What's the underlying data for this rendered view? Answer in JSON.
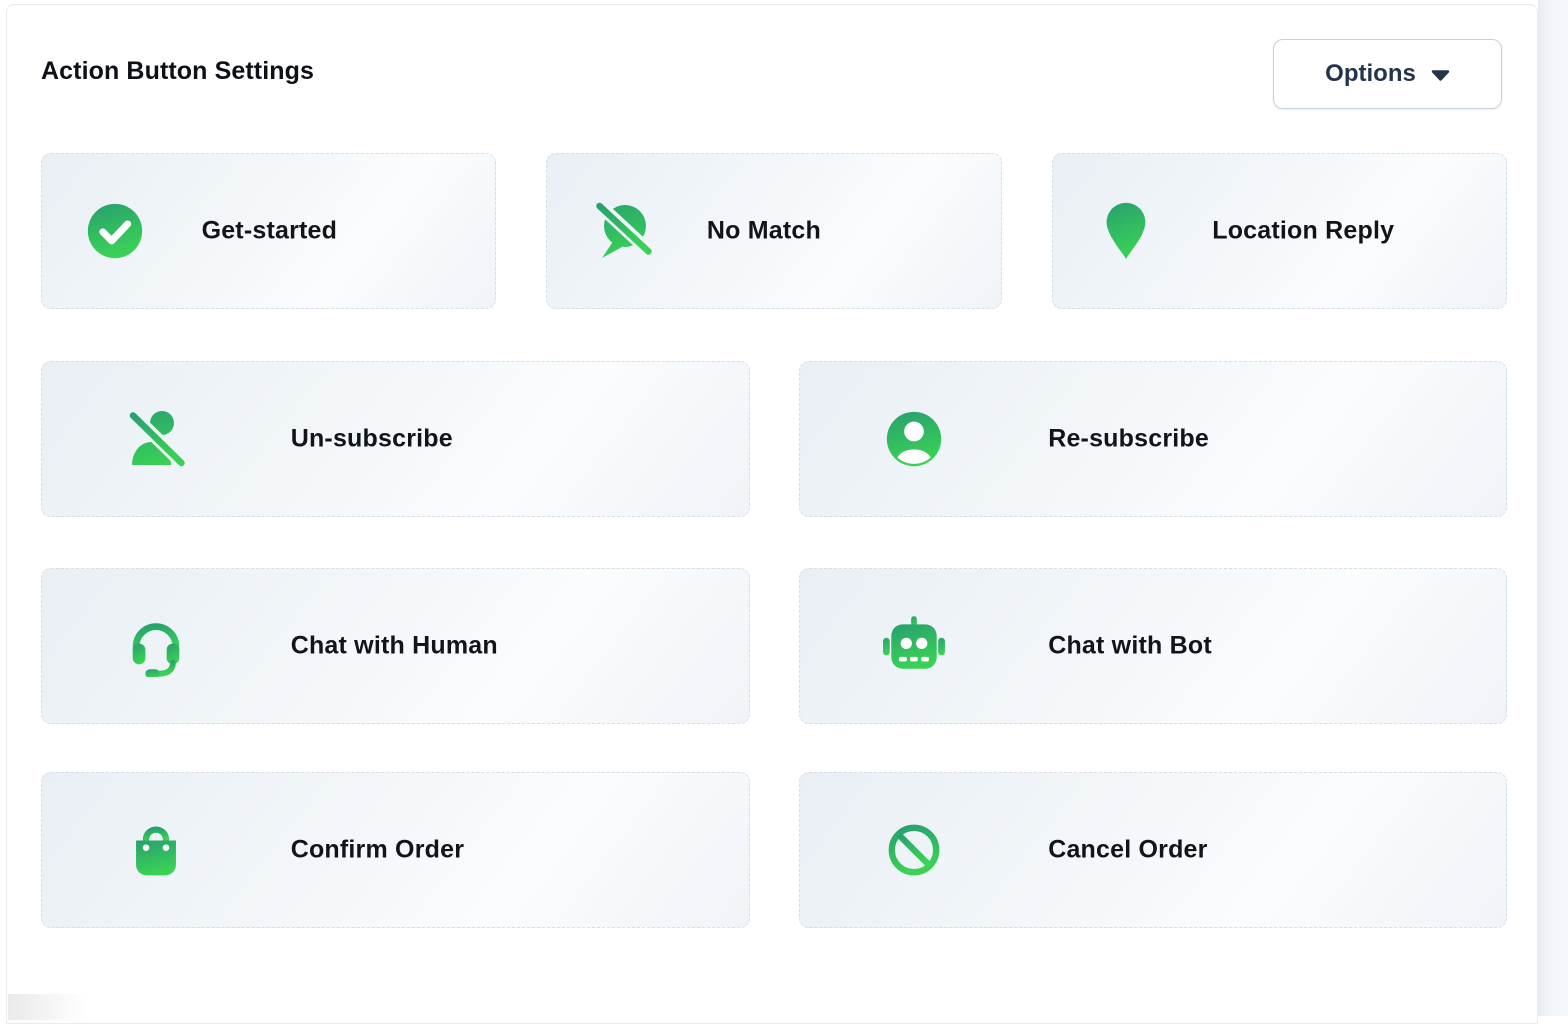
{
  "page": {
    "title": "Action Button Settings"
  },
  "header": {
    "options_button": {
      "label": "Options",
      "icon": "caret-down-icon"
    }
  },
  "colors": {
    "icon_gradient_start": "#27a06e",
    "icon_gradient_end": "#3ad156",
    "card_border": "#d8dee6",
    "button_text": "#24344a",
    "label_text": "#11151a"
  },
  "cards": [
    {
      "id": "get-started",
      "label": "Get-started",
      "icon": "check-circle-icon"
    },
    {
      "id": "no-match",
      "label": "No Match",
      "icon": "chat-bubble-slash-icon"
    },
    {
      "id": "location-reply",
      "label": "Location Reply",
      "icon": "map-pin-icon"
    },
    {
      "id": "un-subscribe",
      "label": "Un-subscribe",
      "icon": "user-slash-icon"
    },
    {
      "id": "re-subscribe",
      "label": "Re-subscribe",
      "icon": "user-circle-icon"
    },
    {
      "id": "chat-with-human",
      "label": "Chat with Human",
      "icon": "headset-icon"
    },
    {
      "id": "chat-with-bot",
      "label": "Chat with Bot",
      "icon": "robot-icon"
    },
    {
      "id": "confirm-order",
      "label": "Confirm Order",
      "icon": "shopping-bag-icon"
    },
    {
      "id": "cancel-order",
      "label": "Cancel Order",
      "icon": "ban-icon"
    }
  ]
}
